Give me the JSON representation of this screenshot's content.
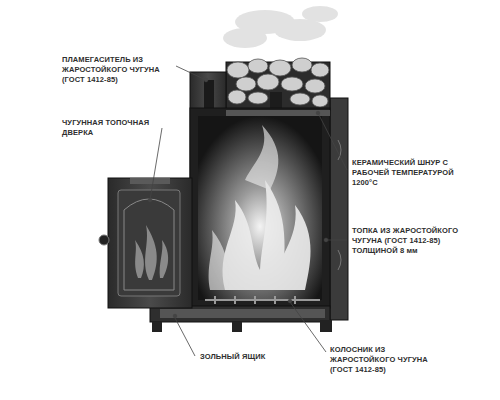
{
  "diagram": {
    "labels": [
      "ПЛАМЕГАСИТЕЛЬ ИЗ ЖАРОСТОЙКОГО ЧУГУНА (ГОСТ 1412-85)",
      "ЧУГУННАЯ ТОПОЧНАЯ ДВЕРКА",
      "КЕРАМИЧЕСКИЙ ШНУР С РАБОЧЕЙ ТЕМПЕРАТУРОЙ 1200°С",
      "ТОПКА ИЗ ЖАРОСТОЙКОГО ЧУГУНА (ГОСТ 1412-85) ТОЛЩИНОЙ 8 мм",
      "ЗОЛЬНЫЙ ЯЩИК",
      "КОЛОСНИК ИЗ ЖАРОСТОЙКОГО ЧУГУНА (ГОСТ 1412-85)"
    ]
  }
}
